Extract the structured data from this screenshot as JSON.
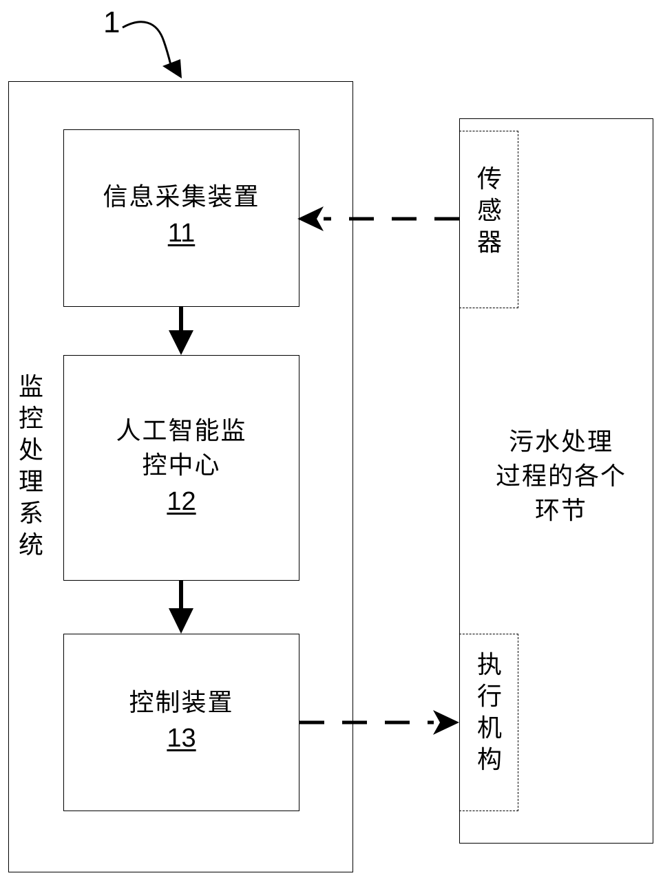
{
  "system": {
    "ref": "1",
    "name_chars": [
      "监",
      "控",
      "处",
      "理",
      "系",
      "统"
    ]
  },
  "blocks": [
    {
      "lines": [
        "信息采集装置"
      ],
      "num": "11"
    },
    {
      "lines": [
        "人工智能监",
        "控中心"
      ],
      "num": "12"
    },
    {
      "lines": [
        "控制装置"
      ],
      "num": "13"
    }
  ],
  "process": {
    "lines": [
      "污水处理",
      "过程的各个",
      "环节"
    ],
    "sensor_chars": [
      "传",
      "感",
      "器"
    ],
    "actuator_chars": [
      "执",
      "行",
      "机",
      "构"
    ]
  }
}
